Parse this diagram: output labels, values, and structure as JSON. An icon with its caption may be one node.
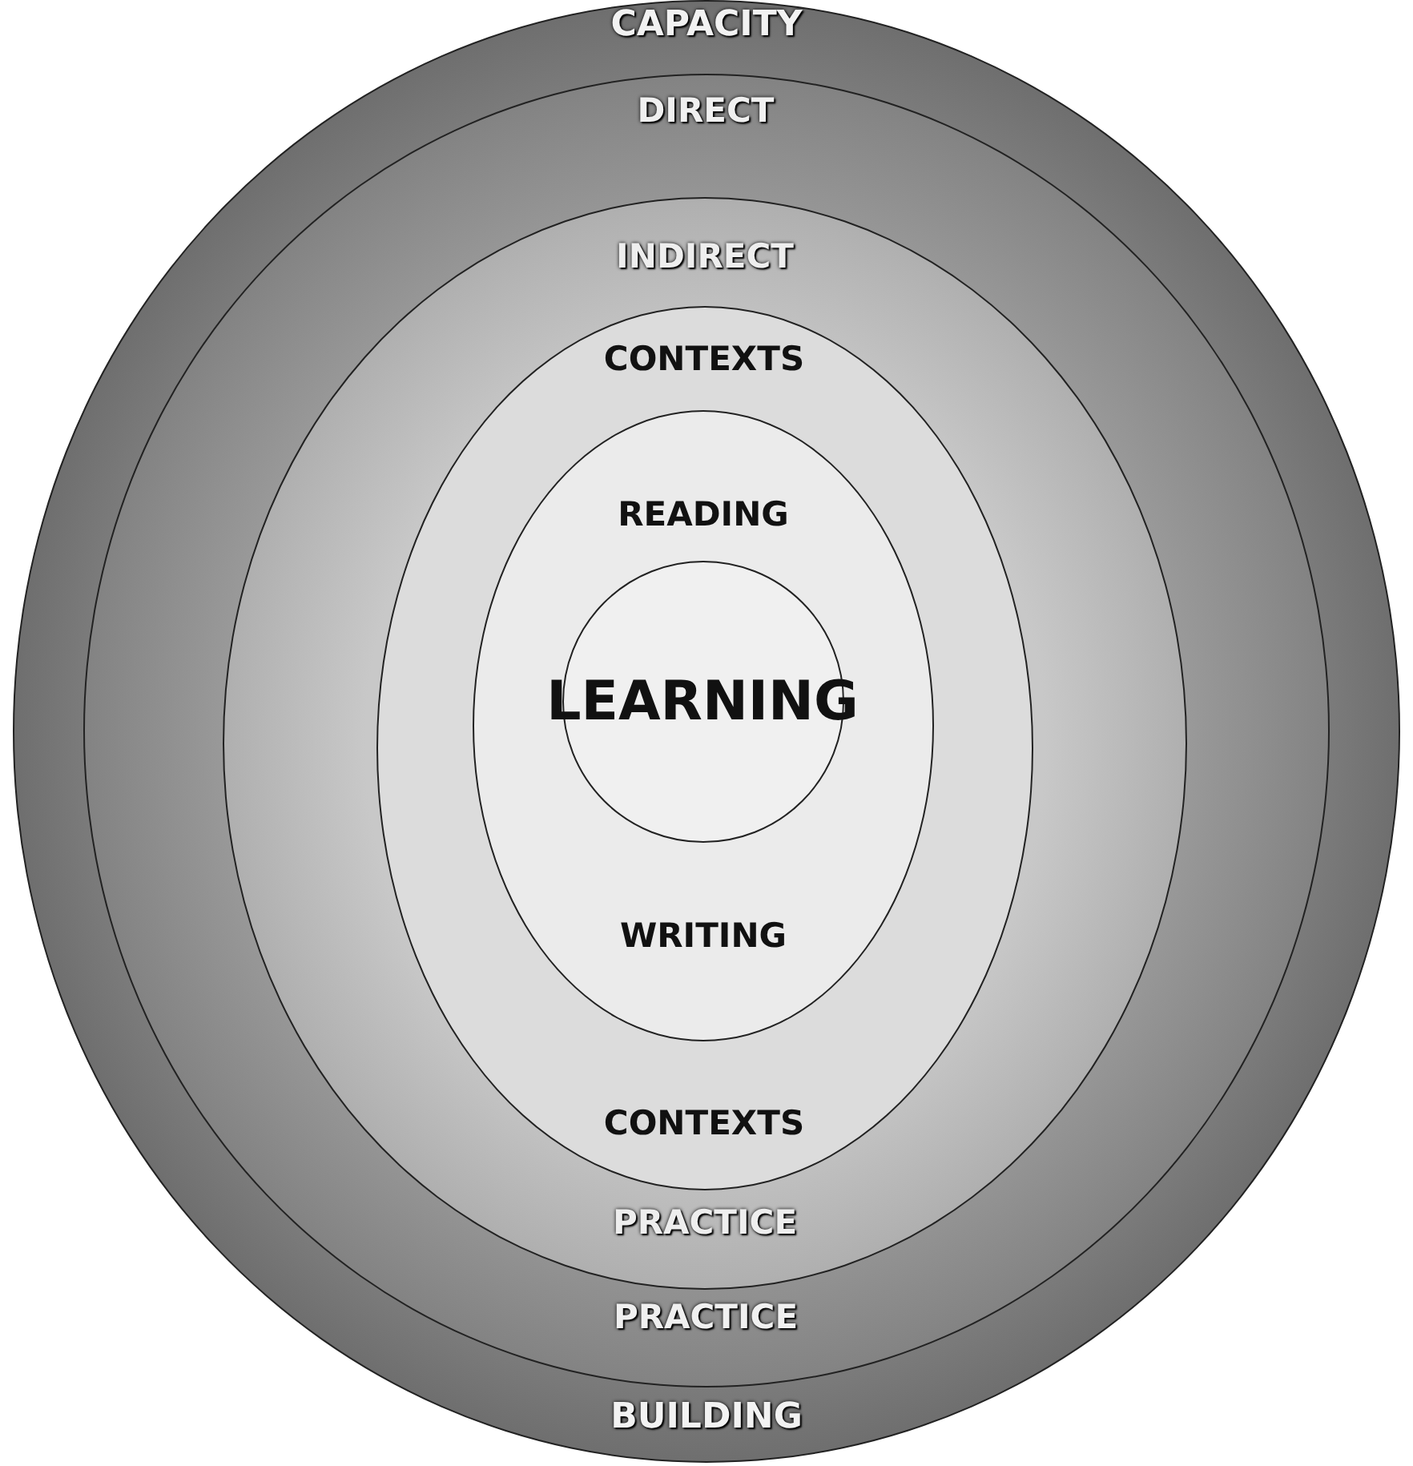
{
  "diagram": {
    "nodes": [
      {
        "text": [
          "CAPACITY",
          "BUILDING"
        ]
      },
      {
        "text": [
          "DIRECT",
          "PRACTICE"
        ],
        "in": 0
      },
      {
        "text": [
          "INDIRECT",
          "PRACTICE"
        ],
        "in": 1
      },
      {
        "text": [
          "CONTEXTS",
          "CONTEXTS"
        ],
        "in": 2
      },
      {
        "text": [
          "READING",
          "WRITING"
        ],
        "in": 3
      },
      {
        "text": [
          "LEARNING"
        ],
        "in": 4
      }
    ]
  }
}
